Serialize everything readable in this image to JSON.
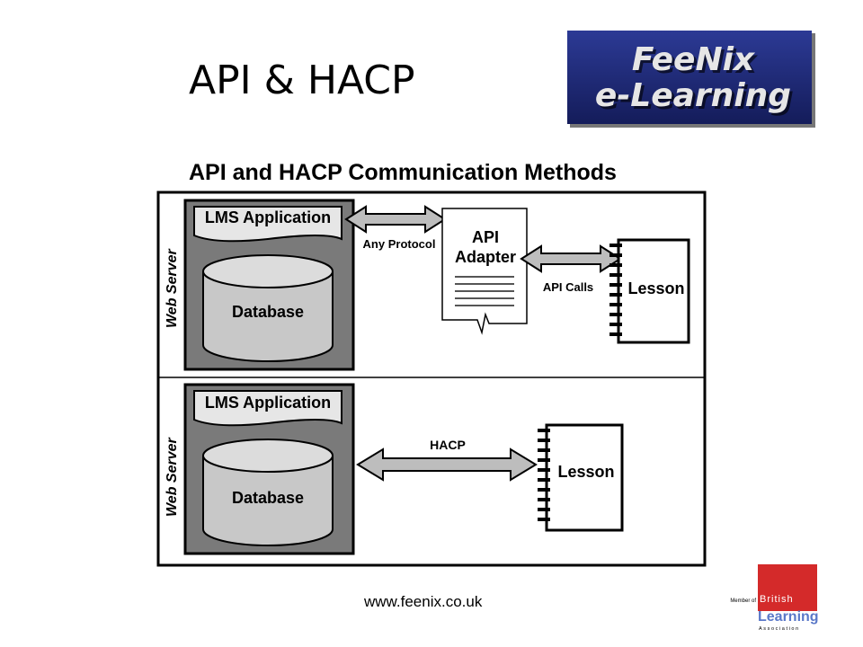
{
  "slide": {
    "title": "API & HACP",
    "footer_url": "www.feenix.co.uk"
  },
  "logo": {
    "line1": "FeeNix",
    "line2": "e-Learning",
    "bg_color": "#1e2a78",
    "text_color": "#e6e6e6"
  },
  "diagram": {
    "title": "API and HACP Communication Methods",
    "top_panel": {
      "server_label": "Web Server",
      "app_label": "LMS Application",
      "db_label": "Database",
      "protocol_label": "Any Protocol",
      "adapter_line1": "API",
      "adapter_line2": "Adapter",
      "calls_label": "API Calls",
      "lesson_label": "Lesson"
    },
    "bottom_panel": {
      "server_label": "Web Server",
      "app_label": "LMS Application",
      "db_label": "Database",
      "protocol_label": "HACP",
      "lesson_label": "Lesson"
    }
  },
  "bla_logo": {
    "member": "Member of",
    "british": "British",
    "learning": "Learning",
    "association": "Association",
    "accent_color": "#d42a2a"
  }
}
